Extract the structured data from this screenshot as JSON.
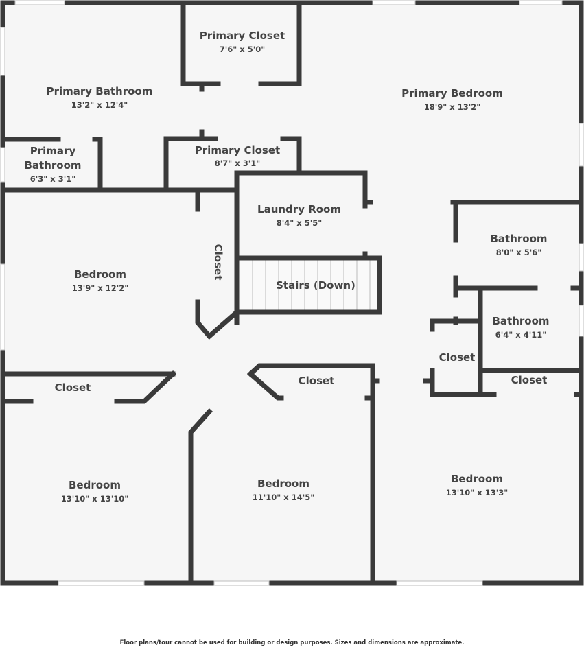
{
  "rooms": [
    {
      "name": "Primary Closet",
      "dims": "7'6\" x 5'0\""
    },
    {
      "name": "Primary Bathroom",
      "dims": "13'2\" x 12'4\""
    },
    {
      "name": "Primary Bedroom",
      "dims": "18'9\" x 13'2\""
    },
    {
      "name": "Primary",
      "name2": "Bathroom",
      "dims": "6'3\" x 3'1\""
    },
    {
      "name": "Primary Closet",
      "dims": "8'7\" x 3'1\""
    },
    {
      "name": "Laundry Room",
      "dims": "8'4\" x 5'5\""
    },
    {
      "name": "Bathroom",
      "dims": "8'0\" x 5'6\""
    },
    {
      "name": "Bedroom",
      "dims": "13'9\" x 12'2\""
    },
    {
      "name": "Stairs (Down)"
    },
    {
      "name": "Bathroom",
      "dims": "6'4\" x 4'11\""
    },
    {
      "name": "Closet"
    },
    {
      "name": "Closet"
    },
    {
      "name": "Closet"
    },
    {
      "name": "Closet"
    },
    {
      "name": "Closet"
    },
    {
      "name": "Bedroom",
      "dims": "13'10\" x 13'10\""
    },
    {
      "name": "Bedroom",
      "dims": "11'10\" x 14'5\""
    },
    {
      "name": "Bedroom",
      "dims": "13'10\" x 13'3\""
    }
  ],
  "disclaimer": "Floor plans/tour cannot be used for building or design purposes. Sizes and dimensions are approximate."
}
